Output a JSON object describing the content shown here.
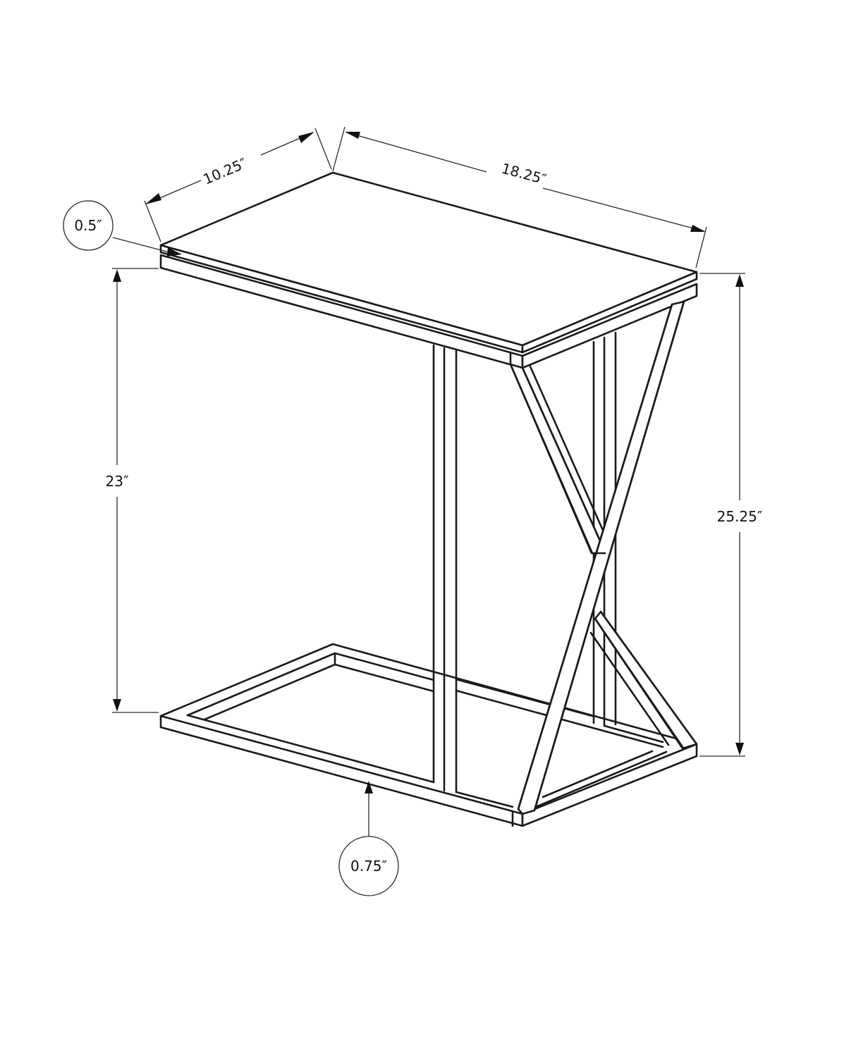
{
  "diagram": {
    "type": "product-dimension-drawing",
    "subject": "C-shaped accent side table with X-frame base",
    "line_color": "#1a1a1a",
    "background": "#ffffff",
    "dimensions": {
      "depth": {
        "label": "10.25″",
        "value_in": 10.25
      },
      "width": {
        "label": "18.25″",
        "value_in": 18.25
      },
      "top_thickness": {
        "label": "0.5″",
        "value_in": 0.5
      },
      "clearance_height": {
        "label": "23″",
        "value_in": 23
      },
      "total_height": {
        "label": "25.25″",
        "value_in": 25.25
      },
      "base_frame_thickness": {
        "label": "0.75″",
        "value_in": 0.75
      }
    }
  }
}
